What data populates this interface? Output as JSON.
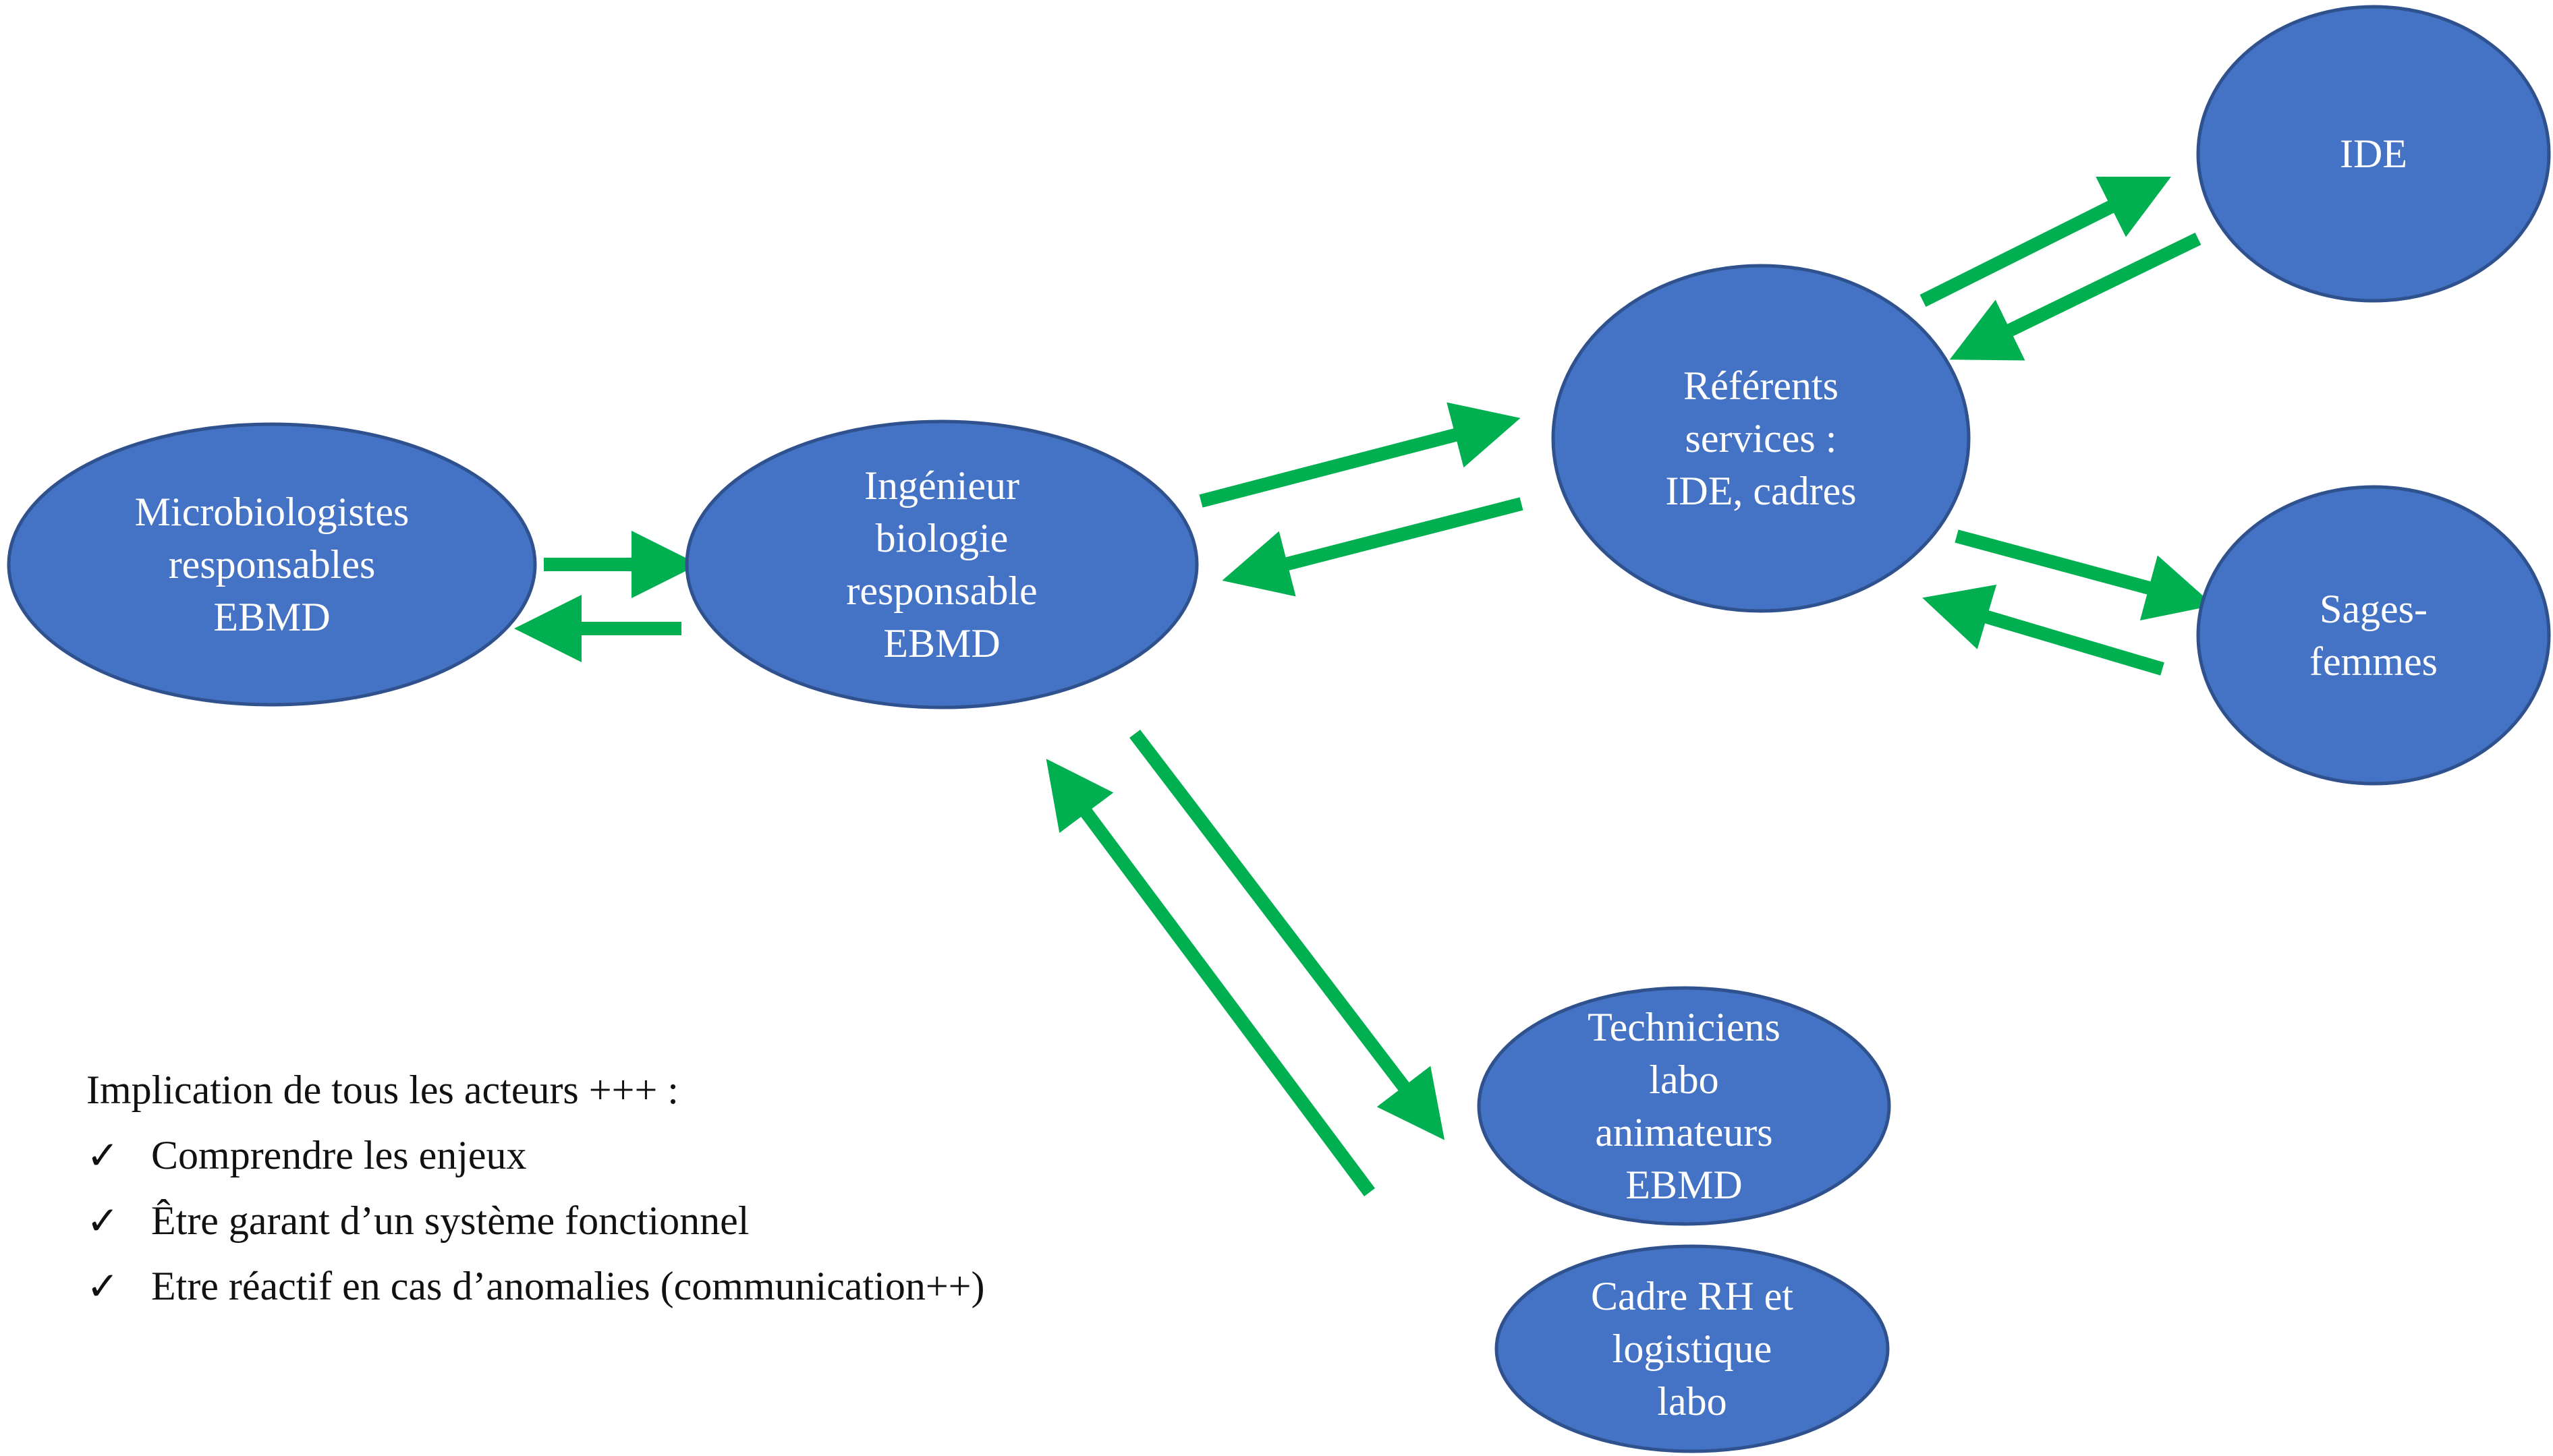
{
  "colors": {
    "node_fill": "#4472C4",
    "node_stroke": "#2F528F",
    "arrow": "#00B050",
    "text": "#FFFFFF"
  },
  "nodes": {
    "microbiologistes": {
      "lines": [
        "Microbiologistes",
        "responsables",
        "EBMD"
      ]
    },
    "ingenieur": {
      "lines": [
        "Ingénieur",
        "biologie",
        "responsable",
        "EBMD"
      ]
    },
    "referents": {
      "lines": [
        "Référents",
        "services :",
        "IDE, cadres"
      ]
    },
    "ide": {
      "lines": [
        "IDE"
      ]
    },
    "sages_femmes": {
      "lines": [
        "Sages-",
        "femmes"
      ]
    },
    "techniciens": {
      "lines": [
        "Techniciens",
        "labo",
        "animateurs",
        "EBMD"
      ]
    },
    "cadre_rh": {
      "lines": [
        "Cadre RH et",
        "logistique",
        "labo"
      ]
    }
  },
  "edges": [
    {
      "from": "microbiologistes",
      "to": "ingenieur"
    },
    {
      "from": "ingenieur",
      "to": "microbiologistes"
    },
    {
      "from": "ingenieur",
      "to": "referents"
    },
    {
      "from": "referents",
      "to": "ingenieur"
    },
    {
      "from": "referents",
      "to": "ide"
    },
    {
      "from": "ide",
      "to": "referents"
    },
    {
      "from": "referents",
      "to": "sages_femmes"
    },
    {
      "from": "sages_femmes",
      "to": "referents"
    },
    {
      "from": "ingenieur",
      "to": "techniciens"
    },
    {
      "from": "techniciens",
      "to": "ingenieur"
    }
  ],
  "notes": {
    "title": "Implication de tous les acteurs +++ :",
    "check_icon": "check-icon",
    "items": [
      "Comprendre les enjeux",
      "Être garant d’un système fonctionnel",
      "Etre réactif en cas d’anomalies (communication++)"
    ]
  }
}
